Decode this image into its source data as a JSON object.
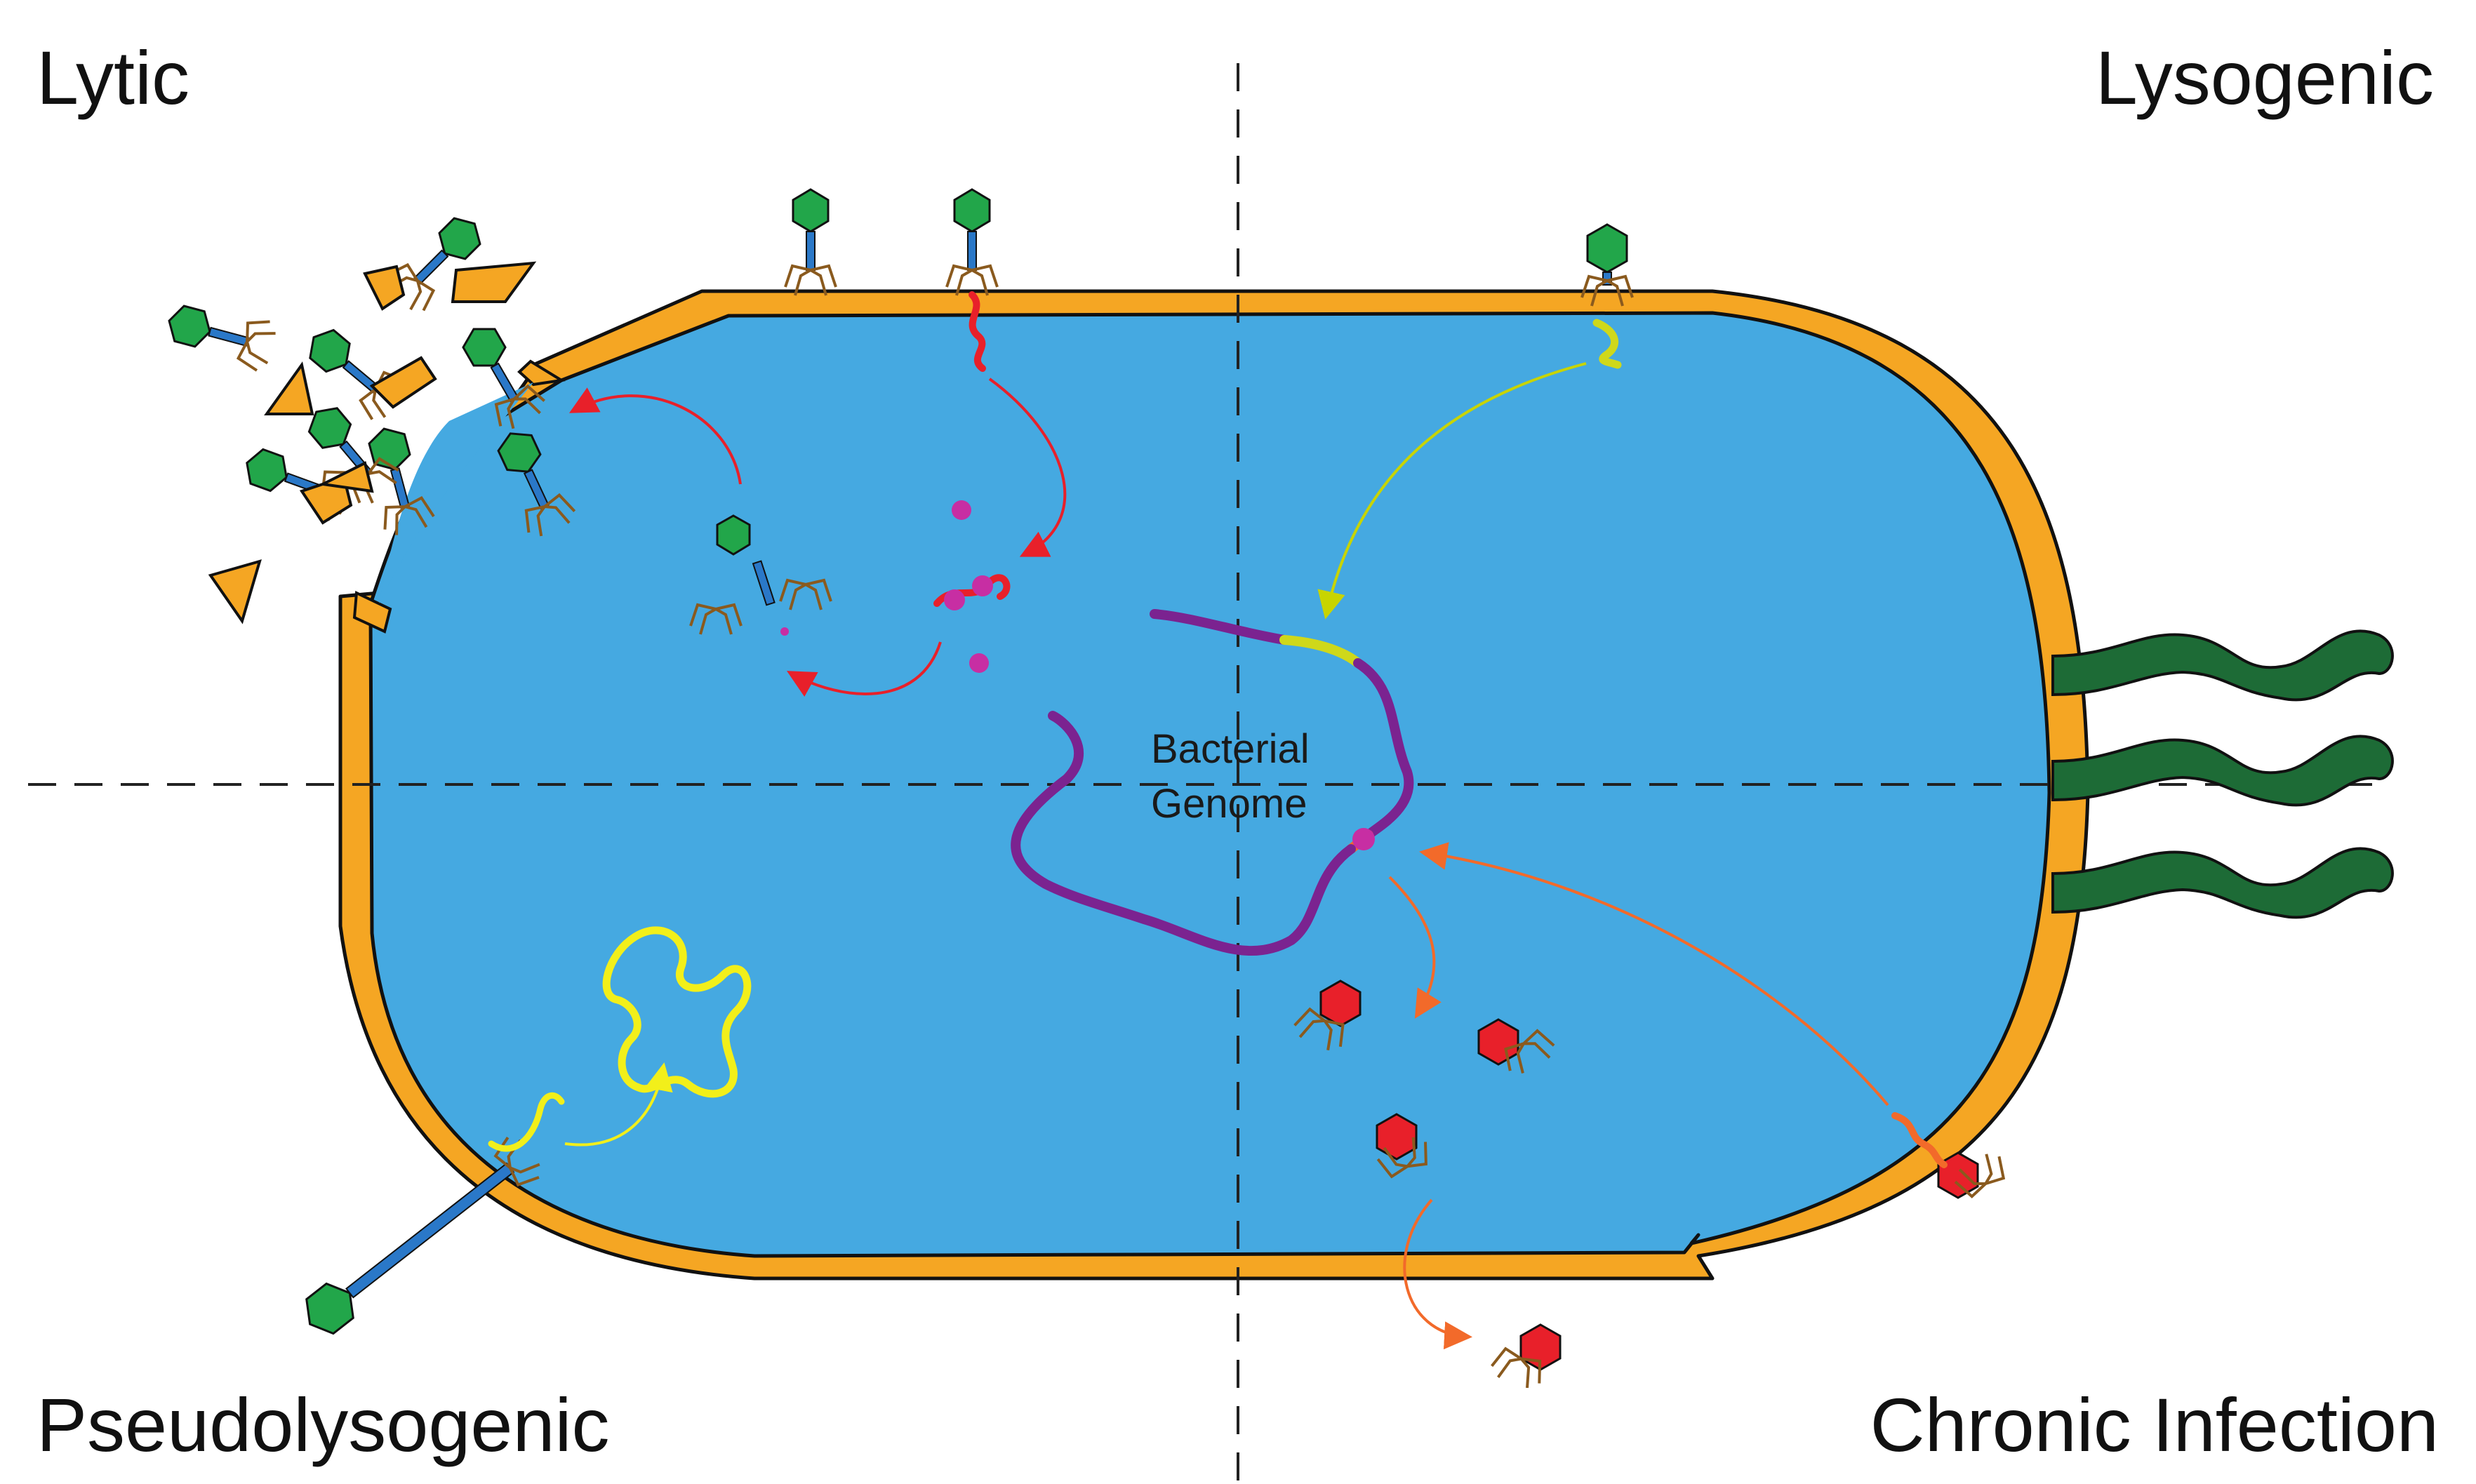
{
  "labels": {
    "lytic": "Lytic",
    "lysogenic": "Lysogenic",
    "pseudolysogenic": "Pseudolysogenic",
    "chronic": "Chronic Infection",
    "genome_line1": "Bacterial",
    "genome_line2": "Genome"
  },
  "colors": {
    "cytoplasm": "#45a9e1",
    "cell_wall": "#f5a623",
    "phage_head_green": "#22a64a",
    "phage_head_red": "#e8202a",
    "phage_tail": "#2a78c8",
    "genome": "#7b2390",
    "lytic_arrow": "#e8202a",
    "lysogenic_arrow": "#c8d400",
    "pseudolysogenic_plasmid": "#f2ef1a",
    "chronic_arrow": "#f26a2a",
    "pili": "#1d6b36",
    "leg": "#8a5a1e"
  },
  "icons": {
    "phage": "bacteriophage-icon",
    "debris": "cell-wall-fragment-icon",
    "pili": "pilus-icon"
  }
}
